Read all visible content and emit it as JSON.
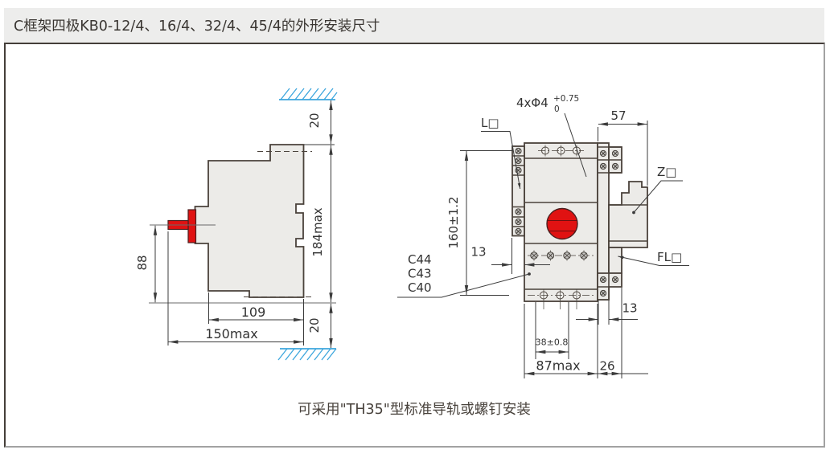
{
  "title": "C框架四极KB0-12/4、16/4、32/4、45/4的外形安装尺寸",
  "caption": "可采用\"TH35\"型标准导轨或螺钉安装",
  "colors": {
    "handle_red": "#e01212",
    "hatch_blue": "#3da6dd",
    "part_fill": "#ecebe8",
    "outline": "#4a423b"
  },
  "side_view": {
    "dims": {
      "top_gap": "20",
      "height": "184max",
      "bottom_gap": "20",
      "handle_height": "88",
      "depth_body": "109",
      "depth_total": "150max"
    }
  },
  "front_view": {
    "dims": {
      "width_right": "57",
      "hole_spacing_v": "160±1.2",
      "rail_left": "13",
      "rail_right": "13",
      "hole_spacing_h": "38±0.8",
      "width_body": "87max",
      "width_ext": "26"
    },
    "labels": {
      "holes": "4xΦ4",
      "tol_sup": "+0.75",
      "tol_sub": "0",
      "left_unit": "L□",
      "right_unit": "Z□",
      "flange_unit": "FL□",
      "models": [
        "C44",
        "C43",
        "C40"
      ]
    }
  }
}
